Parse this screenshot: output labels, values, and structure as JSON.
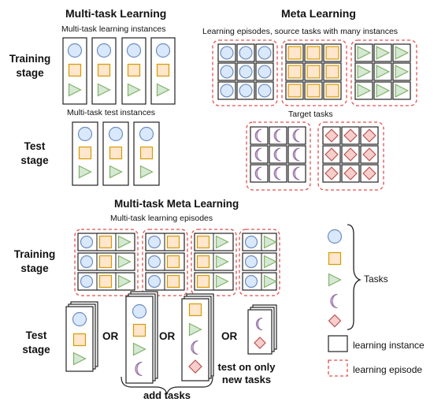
{
  "mtl": {
    "title": "Multi-task Learning",
    "instances_label": "Multi-task learning instances",
    "test_instances_label": "Multi-task test instances",
    "training_stage": "Training\nstage",
    "test_stage": "Test\nstage"
  },
  "meta": {
    "title": "Meta Learning",
    "episodes_label": "Learning episodes, source tasks with many instances",
    "target_label": "Target tasks"
  },
  "mtml": {
    "title": "Multi-task Meta Learning",
    "episodes_label": "Multi-task learning episodes",
    "training_stage": "Training\nstage",
    "test_stage": "Test\nstage",
    "or": "OR",
    "add_tasks": "add tasks",
    "new_tasks": "test on only\nnew tasks"
  },
  "legend": {
    "tasks": "Tasks",
    "instance": "learning instance",
    "episode": "learning episode"
  },
  "colors": {
    "circle_fill": "#dae8fc",
    "circle_stroke": "#6c8ebf",
    "square_fill": "#ffe6cc",
    "square_stroke": "#d79b00",
    "triangle_fill": "#d5e8d4",
    "triangle_stroke": "#82b366",
    "moon_fill": "#e1d5e7",
    "moon_stroke": "#9673a6",
    "diamond_fill": "#f8cecc",
    "diamond_stroke": "#b85450",
    "episode_stroke": "#e05050"
  }
}
